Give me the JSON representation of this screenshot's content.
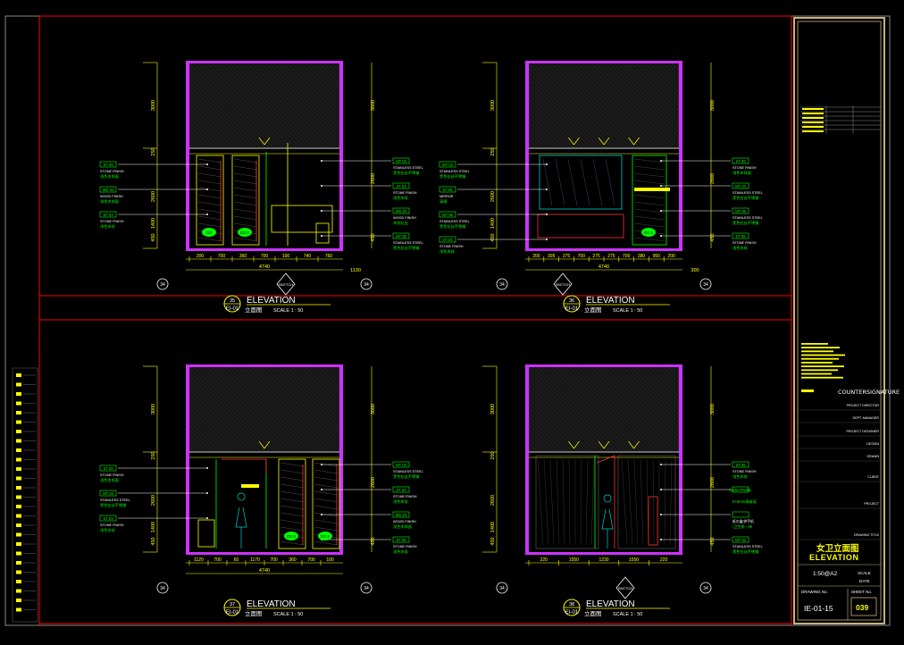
{
  "colors": {
    "background": "#000000",
    "frame": "#ff0000",
    "wall": "#cc33ff",
    "dim": "#ffff00",
    "tag": "#00ff00",
    "fixture": "#00cccc",
    "titleblock": "#c8b27a",
    "white": "#ffffff"
  },
  "elevations": [
    {
      "id": "elev-1",
      "number": "35",
      "sheet_ref": "EI-01",
      "label": "ELEVATION",
      "cn_label": "立面图",
      "scale": "SCALE 1 : 50",
      "heights": [
        "3000",
        "2600",
        "1400",
        "250",
        "450"
      ],
      "bottom_dims": [
        "200",
        "700",
        "360",
        "700",
        "100",
        "740",
        "760"
      ],
      "total_dim": "4740",
      "right_dim": "1130",
      "left_tags": [
        {
          "code": "ST 09",
          "en": "STONE FINISH",
          "cn": "浅色木饰面"
        },
        {
          "code": "WD 03",
          "en": "WOOD FINISH",
          "cn": "浅色木饰面"
        },
        {
          "code": "ST 03",
          "en": "STONE FINISH",
          "cn": "浅色木纹"
        }
      ],
      "right_tags": [
        {
          "code": "MT 03",
          "en": "STAINLESS STEEL",
          "cn": "黑色拉丝不锈钢"
        },
        {
          "code": "ST 03",
          "en": "STONE FINISH",
          "cn": "浅色木纹"
        },
        {
          "code": "WD 03",
          "en": "WOOD FINISH",
          "cn": "木纹拉白"
        },
        {
          "code": "MT 05",
          "en": "STAINLESS STEEL",
          "cn": "黑色拉丝不锈钢"
        }
      ],
      "door_tags": [
        "D2",
        "D2-2"
      ],
      "bottom_marker": "34",
      "callout_marker": "SKETCH"
    },
    {
      "id": "elev-2",
      "number": "36",
      "sheet_ref": "EI-01",
      "label": "ELEVATION",
      "cn_label": "立面图",
      "scale": "SCALE 1 : 50",
      "heights": [
        "3000",
        "2600",
        "1400",
        "250",
        "450"
      ],
      "bottom_dims": [
        "200",
        "305",
        "275",
        "700",
        "275",
        "275",
        "700",
        "380",
        "950",
        "200"
      ],
      "total_dim": "4740",
      "right_dim": "300",
      "left_tags": [
        {
          "code": "MT 03",
          "en": "STAINLESS STEEL",
          "cn": "黑色拉丝不锈钢"
        },
        {
          "code": "ST 05",
          "en": "MIRROR",
          "cn": "清镜"
        },
        {
          "code": "MT 05",
          "en": "STAINLESS STEEL",
          "cn": "黑色拉丝不锈钢"
        },
        {
          "code": "ST 03",
          "en": "STONE FINISH",
          "cn": "浅色木纹"
        }
      ],
      "right_tags": [
        {
          "code": "ST 09",
          "en": "STONE FINISH",
          "cn": "浅色木饰面"
        },
        {
          "code": "MT 03",
          "en": "STAINLESS STEEL",
          "cn": "黑色拉丝不锈钢"
        },
        {
          "code": "MT 05",
          "en": "STAINLESS STEEL",
          "cn": "黑色拉丝不锈钢"
        },
        {
          "code": "ST 05",
          "en": "STONE FINISH",
          "cn": "浅色木纹"
        }
      ],
      "door_tags": [
        "D1-1"
      ],
      "bottom_marker": "34",
      "callout_marker": "SKETCH"
    },
    {
      "id": "elev-3",
      "number": "37",
      "sheet_ref": "EI-01",
      "label": "ELEVATION",
      "cn_label": "立面图",
      "scale": "SCALE 1 : 50",
      "heights": [
        "3000",
        "2600",
        "1400",
        "250",
        "450"
      ],
      "bottom_dims": [
        "1120",
        "700",
        "60",
        "1170",
        "700",
        "360",
        "700",
        "100"
      ],
      "total_dim": "4740",
      "right_dim": "",
      "left_tags": [
        {
          "code": "ST 09",
          "en": "STONE FINISH",
          "cn": "浅色木饰面"
        },
        {
          "code": "MT 03",
          "en": "STAINLESS STEEL",
          "cn": "黑色拉丝不锈钢"
        },
        {
          "code": "ST 03",
          "en": "STONE FINISH",
          "cn": "浅色木纹"
        }
      ],
      "right_tags": [
        {
          "code": "MT 03",
          "en": "STAINLESS STEEL",
          "cn": "黑色拉丝不锈钢"
        },
        {
          "code": "ST 03",
          "en": "STONE FINISH",
          "cn": "浅色木纹"
        },
        {
          "code": "WD 03",
          "en": "WOOD FINISH",
          "cn": "浅色木饰面"
        },
        {
          "code": "ST 05",
          "en": "STONE FINISH",
          "cn": "浅色木纹"
        }
      ],
      "door_tags": [
        "D2-2",
        "D2-2"
      ],
      "bottom_marker": "34",
      "callout_marker": ""
    },
    {
      "id": "elev-4",
      "number": "38",
      "sheet_ref": "EI-01",
      "label": "ELEVATION",
      "cn_label": "立面图",
      "scale": "SCALE 1 : 50",
      "heights": [
        "3000",
        "2600",
        "1400",
        "250",
        "450"
      ],
      "bottom_dims": [
        "220",
        "1550",
        "1230",
        "1550",
        "220"
      ],
      "total_dim": "",
      "right_dim": "",
      "left_tags": [],
      "right_tags": [
        {
          "code": "ST 05",
          "en": "STONE FINISH",
          "cn": "浅色木纹"
        },
        {
          "code": "Glass PANEL",
          "en": "",
          "cn": "5+5mm清玻璃"
        },
        {
          "code": "",
          "en": "纸巾盒/烘手机",
          "cn": "/卫生纸一体"
        },
        {
          "code": "MT 03",
          "en": "STAINLESS STEEL",
          "cn": "黑色拉丝不锈钢"
        }
      ],
      "door_tags": [],
      "bottom_marker": "34",
      "callout_marker": "SKETCH"
    }
  ],
  "titleblock": {
    "company": "COUNTERSIGNATURE",
    "rows": [
      "PROJECT DIRECTOR",
      "DEPT. MANAGER",
      "PROJECT DESIGNER",
      "DESIGN",
      "DRAWN",
      "CLIENT",
      "PROJECT",
      "DRAWING TITLE"
    ],
    "drawing_title_cn": "女卫立面图",
    "drawing_title_en": "ELEVATION",
    "scale_label": "SCALE",
    "scale_value": "1:50@A2",
    "date_label": "DATE",
    "drawing_no_label": "DRAWING No.",
    "sheet_no_label": "SHEET No.",
    "drawing_no": "IE-01-15",
    "sheet_no": "039"
  }
}
